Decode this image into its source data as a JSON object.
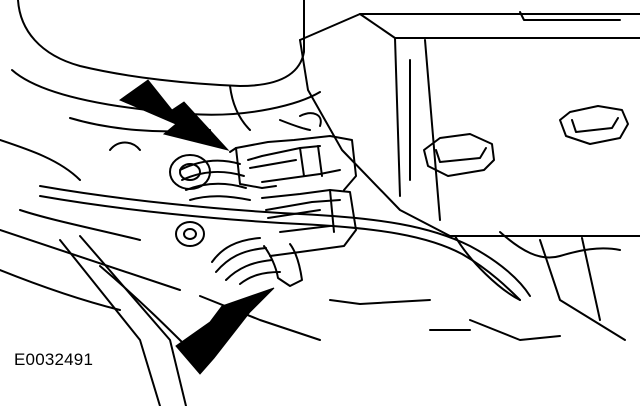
{
  "figure": {
    "id_label": "E0032491",
    "colors": {
      "line": "#000000",
      "background": "#ffffff",
      "arrow": "#000000"
    },
    "callouts": [
      "arrow-upper-connector",
      "arrow-lower-connector"
    ]
  }
}
